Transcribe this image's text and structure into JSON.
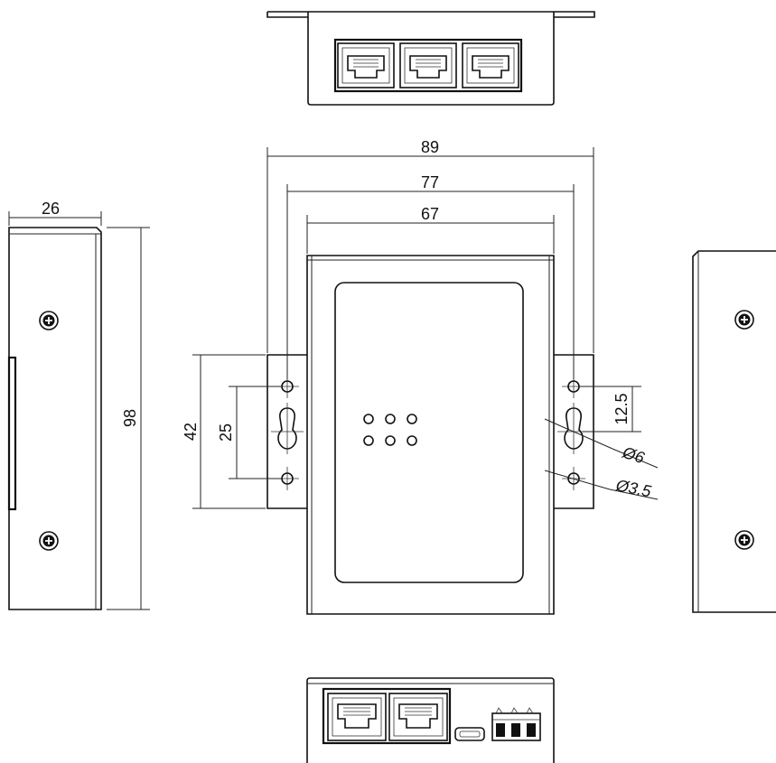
{
  "dimensions": {
    "overall_width": "89",
    "mount_spacing": "77",
    "body_width": "67",
    "side_depth": "26",
    "height": "98",
    "flange_height": "42",
    "hole_spacing": "25",
    "hole_offset": "12.5",
    "slot_diameter": "Ø6",
    "hole_diameter": "Ø3.5"
  },
  "views": {
    "top": {
      "rj45_ports": 3
    },
    "bottom": {
      "rj45_ports": 2,
      "usb_ports": 1,
      "terminal_pins": 3
    },
    "front": {
      "indicator_leds": 6
    }
  },
  "colors": {
    "line": "#111111",
    "background": "#ffffff"
  }
}
